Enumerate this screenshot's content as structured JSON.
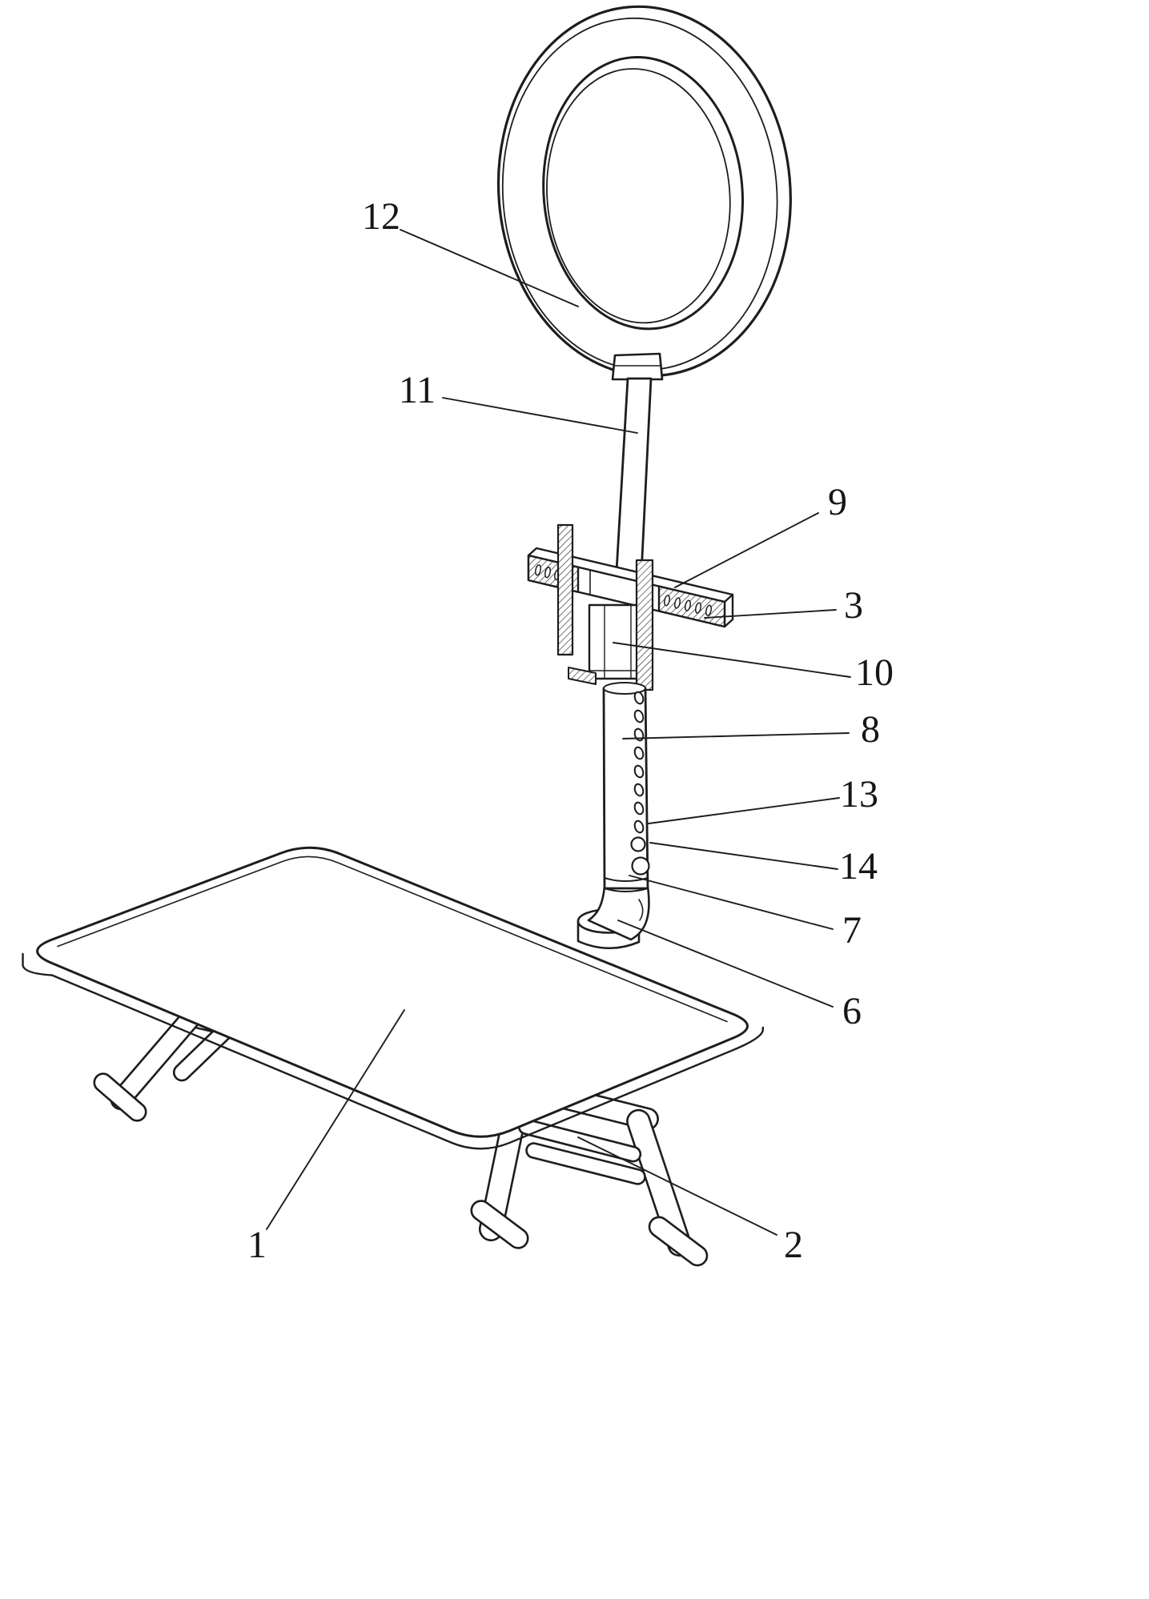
{
  "figure": {
    "type": "patent-line-drawing",
    "background_color": "#ffffff",
    "line_color": "#1d1d1d",
    "description": "Line drawing of a desk-mounted ring light on an adjustable pole with folding-leg table"
  },
  "refs": {
    "ref_1": {
      "text": "1"
    },
    "ref_2": {
      "text": "2"
    },
    "ref_3": {
      "text": "3"
    },
    "ref_6": {
      "text": "6"
    },
    "ref_7": {
      "text": "7"
    },
    "ref_8": {
      "text": "8"
    },
    "ref_9": {
      "text": "9"
    },
    "ref_10": {
      "text": "10"
    },
    "ref_11": {
      "text": "11"
    },
    "ref_12": {
      "text": "12"
    },
    "ref_13": {
      "text": "13"
    },
    "ref_14": {
      "text": "14"
    }
  }
}
